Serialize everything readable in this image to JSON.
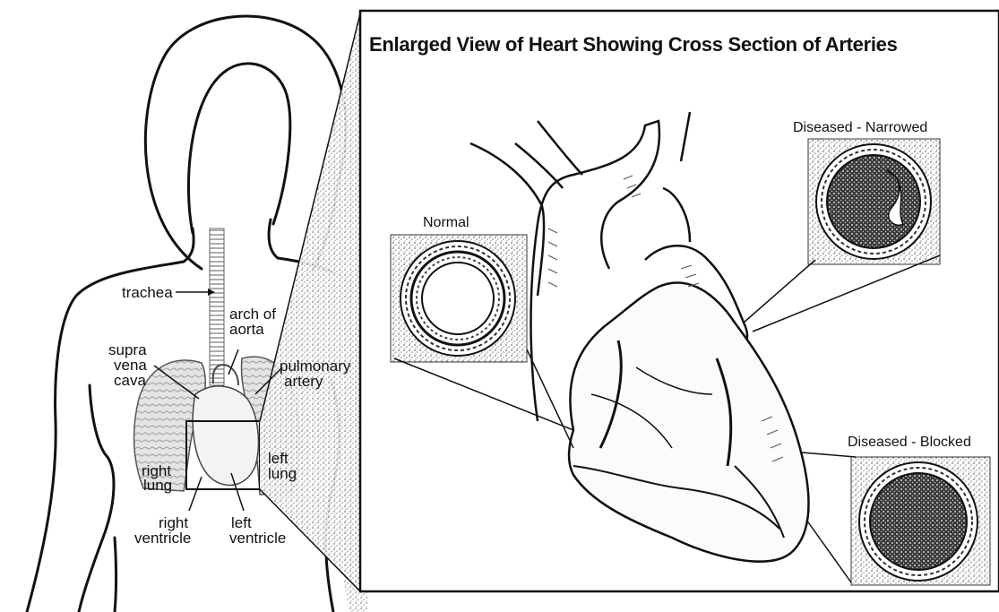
{
  "title": "Enlarged View of Heart Showing Cross Section of Arteries",
  "body_labels": {
    "trachea": "trachea",
    "arch_of_aorta_1": "arch of",
    "arch_of_aorta_2": "aorta",
    "supra_vena_cava_1": "supra",
    "supra_vena_cava_2": "vena",
    "supra_vena_cava_3": "cava",
    "pulmonary_artery_1": "pulmonary",
    "pulmonary_artery_2": "artery",
    "right_lung_1": "right",
    "right_lung_2": "lung",
    "left_lung_1": "left",
    "left_lung_2": "lung",
    "right_ventricle_1": "right",
    "right_ventricle_2": "ventricle",
    "left_ventricle_1": "left",
    "left_ventricle_2": "ventricle"
  },
  "cross_sections": {
    "normal": "Normal",
    "narrowed": "Diseased - Narrowed",
    "blocked": "Diseased - Blocked"
  },
  "colors": {
    "ink": "#111111",
    "stipple": "#9a9a9a",
    "lung_fill": "#d6d6d6",
    "plaque": "#2a2a2a"
  }
}
